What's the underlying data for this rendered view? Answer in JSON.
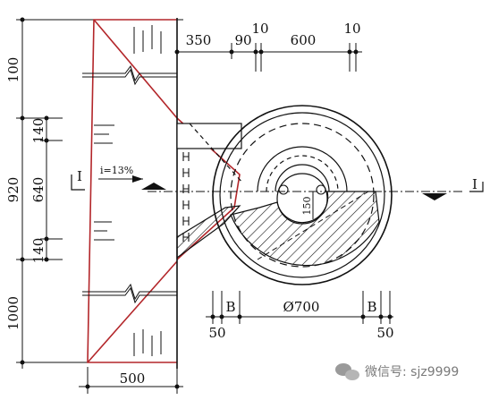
{
  "dimensions": {
    "top_widths": [
      "350",
      "90",
      "10",
      "600",
      "10"
    ],
    "vertical": [
      "100",
      "920",
      "1000"
    ],
    "vertical_inner": [
      "140",
      "640",
      "140"
    ],
    "bottom_width": "500",
    "pipe_labels": [
      "B",
      "Ø700",
      "B"
    ],
    "pipe_offsets": [
      "50",
      "50"
    ],
    "drop": "150"
  },
  "section_mark": "I",
  "slope_label": "i=13%",
  "watermark": "微信号: sjz9999",
  "colors": {
    "ink": "#111111",
    "red": "#b3262a",
    "watermark": "#7a7a7a"
  }
}
